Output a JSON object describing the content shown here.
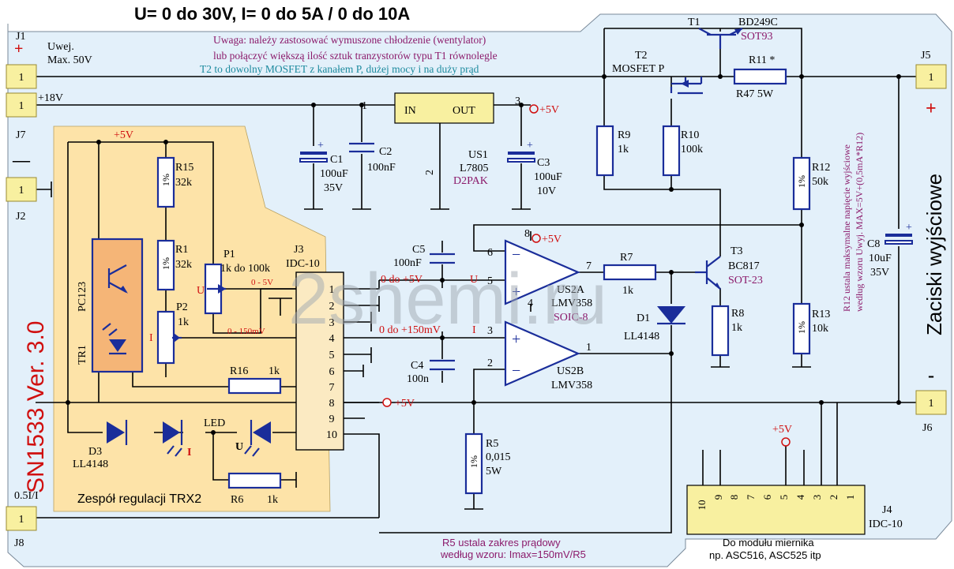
{
  "title": "U= 0 do 30V,    I= 0 do 5A / 0 do 10A",
  "vertical_title": "SN1533 Ver. 3.0",
  "notes": {
    "warning_line1": "Uwaga: należy zastosować wymuszone chłodzenie (wentylator)",
    "warning_line2": "lub połączyć większą ilość sztuk tranzystorów typu T1 równolegle",
    "t2_note": "T2 to dowolny MOSFET z kanałem P, dużej mocy i na duży prąd",
    "r12_note1": "R12 ustala maksymalne napięcie wyjściowe",
    "r12_note2": "według wzoru Uwyj. MAX=5V+(0,5mA*R12)",
    "r5_note1": "R5 ustala  zakres prądowy",
    "r5_note2": "według wzoru: Imax=150mV/R5",
    "meter_note1": "Do modułu miernika",
    "meter_note2": "np. ASC516, ASC525 itp",
    "module_label": "Zespół regulacji TRX2",
    "output_terminals": "Zaciski wyjściowe",
    "watermark": "2shemi.ru"
  },
  "connectors": {
    "j1": {
      "name": "J1",
      "pin": "1",
      "label": "Uwej.",
      "sublabel": "Max. 50V",
      "sign": "+"
    },
    "j7": {
      "name": "J7",
      "pin": "1",
      "label": "+18V"
    },
    "j2": {
      "name": "J2",
      "pin": "1",
      "sign": "—"
    },
    "j8": {
      "name": "J8",
      "pin": "1",
      "label": "0.5I/I"
    },
    "j5": {
      "name": "J5",
      "pin": "1",
      "sign": "+"
    },
    "j6": {
      "name": "J6",
      "pin": "1",
      "sign": "-"
    },
    "j3": {
      "name": "J3",
      "type": "IDC-10",
      "pins": [
        "1",
        "2",
        "3",
        "4",
        "5",
        "6",
        "7",
        "8",
        "9",
        "10"
      ]
    },
    "j4": {
      "name": "J4",
      "type": "IDC-10",
      "pins": [
        "10",
        "9",
        "8",
        "7",
        "6",
        "5",
        "4",
        "3",
        "2",
        "1"
      ]
    }
  },
  "components": {
    "t1": {
      "ref": "T1",
      "part": "BD249C",
      "pkg": "SOT93"
    },
    "t2": {
      "ref": "T2",
      "part": "MOSFET P"
    },
    "t3": {
      "ref": "T3",
      "part": "BC817",
      "pkg": "SOT-23"
    },
    "r11": {
      "ref": "R11 *",
      "value": "R47 5W"
    },
    "r9": {
      "ref": "R9",
      "value": "1k"
    },
    "r10": {
      "ref": "R10",
      "value": "100k"
    },
    "r12": {
      "ref": "R12",
      "value": "50k",
      "mark": "1%"
    },
    "r13": {
      "ref": "R13",
      "value": "10k",
      "mark": "1%"
    },
    "r7": {
      "ref": "R7",
      "value": "1k"
    },
    "r8": {
      "ref": "R8",
      "value": "1k"
    },
    "r5": {
      "ref": "R5",
      "value": "0,015",
      "value2": "5W",
      "mark": "1%"
    },
    "r15": {
      "ref": "R15",
      "value": "32k",
      "mark": "1%"
    },
    "r1": {
      "ref": "R1",
      "value": "32k",
      "mark": "1%"
    },
    "r16": {
      "ref": "R16",
      "value": "1k"
    },
    "r6": {
      "ref": "R6",
      "value": "1k"
    },
    "p1": {
      "ref": "P1",
      "value": "1k do 100k",
      "wiper": "U"
    },
    "p2": {
      "ref": "P2",
      "value": "1k",
      "wiper": "I"
    },
    "c1": {
      "ref": "C1",
      "value": "100uF",
      "voltage": "35V"
    },
    "c2": {
      "ref": "C2",
      "value": "100nF"
    },
    "c3": {
      "ref": "C3",
      "value": "100uF",
      "voltage": "10V"
    },
    "c4": {
      "ref": "C4",
      "value": "100n"
    },
    "c5": {
      "ref": "C5",
      "value": "100nF"
    },
    "c8": {
      "ref": "C8",
      "value": "10uF",
      "voltage": "35V"
    },
    "us1": {
      "ref": "US1",
      "part": "L7805",
      "pkg": "D2PAK",
      "in": "IN",
      "out": "OUT",
      "pin1": "1",
      "pin2": "2",
      "pin3": "3"
    },
    "us2a": {
      "ref": "US2A",
      "part": "LMV358",
      "pkg": "SOIC-8",
      "pin_out": "7",
      "pin_p": "5",
      "pin_n": "6",
      "pin_v": "8",
      "pin_g": "4"
    },
    "us2b": {
      "ref": "US2B",
      "part": "LMV358",
      "pin_out": "1",
      "pin_p": "3",
      "pin_n": "2"
    },
    "d1": {
      "ref": "D1",
      "part": "LL4148"
    },
    "d3": {
      "ref": "D3",
      "part": "LL4148"
    },
    "tr1": {
      "ref": "TR1",
      "part": "PC123"
    },
    "led": {
      "label": "LED",
      "i_mark": "I",
      "u_mark": "U"
    }
  },
  "nets": {
    "vcc5": "+5V",
    "u_range": "0 - 5V",
    "i_range": "0 - 150mV",
    "u_signal": "0 do +5V",
    "u_mark": "U",
    "i_signal": "0 do +150mV",
    "i_mark": "I"
  }
}
